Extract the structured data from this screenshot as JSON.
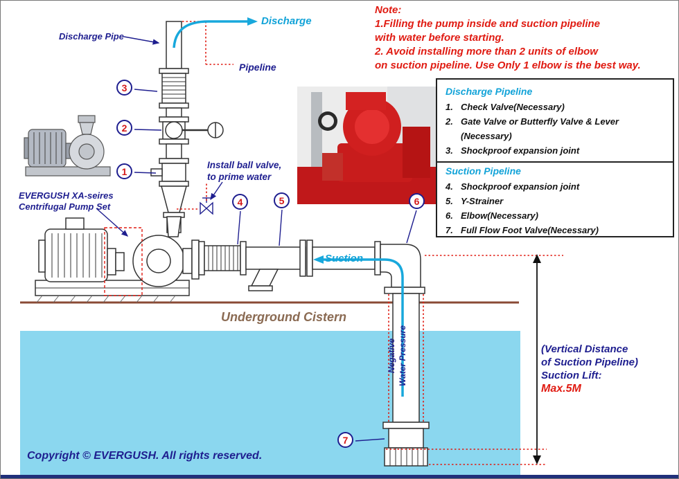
{
  "note": {
    "heading": "Note:",
    "lines": [
      "1.Filling the pump inside and suction pipeline",
      "with water before starting.",
      "2. Avoid installing more than 2 units of elbow",
      "on suction pipeline. Use Only 1 elbow is the best way."
    ]
  },
  "labels": {
    "discharge_pipe": "Discharge Pipe",
    "discharge": "Discharge",
    "pipeline": "Pipeline",
    "install_ball_valve_line1": "Install ball valve,",
    "install_ball_valve_line2": "to prime water",
    "pump_set_line1": "EVERGUSH XA-seires",
    "pump_set_line2": "Centrifugal Pump Set",
    "suction": "Suction",
    "underground_cistern": "Underground Cistern",
    "negative_line1": "Negative",
    "negative_line2": "Water Pressure",
    "vertical_distance_line1": "(Vertical Distance",
    "vertical_distance_line2": "of Suction Pipeline)",
    "suction_lift": "Suction Lift:",
    "max_lift": "Max.5M",
    "copyright": "Copyright © EVERGUSH. All rights reserved."
  },
  "legend": {
    "discharge_title": "Discharge Pipeline",
    "discharge_items": [
      {
        "num": "1.",
        "text": "Check Valve(Necessary)"
      },
      {
        "num": "2.",
        "text": "Gate Valve or Butterfly Valve & Lever"
      },
      {
        "num": "",
        "text": "(Necessary)"
      },
      {
        "num": "3.",
        "text": "Shockproof expansion joint"
      }
    ],
    "suction_title": "Suction Pipeline",
    "suction_items": [
      {
        "num": "4.",
        "text": "Shockproof expansion joint"
      },
      {
        "num": "5.",
        "text": "Y-Strainer"
      },
      {
        "num": "6.",
        "text": "Elbow(Necessary)"
      },
      {
        "num": "7.",
        "text": "Full Flow Foot Valve(Necessary)"
      }
    ]
  },
  "badges": {
    "b1": "1",
    "b2": "2",
    "b3": "3",
    "b4": "4",
    "b5": "5",
    "b6": "6",
    "b7": "7"
  },
  "colors": {
    "note_red": "#e01b12",
    "navy": "#1e1e8f",
    "cyan": "#12a3d8",
    "ground_brown": "#8a4a35",
    "water_blue": "#8bd7ef"
  }
}
